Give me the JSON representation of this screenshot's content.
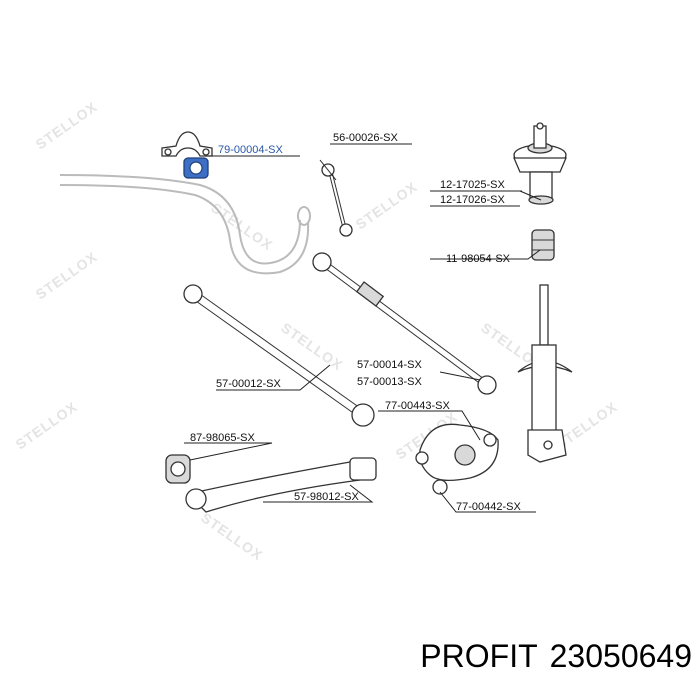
{
  "watermark": "STELLOX",
  "footer": {
    "brand": "PROFIT",
    "part_number": "23050649"
  },
  "labels": {
    "l_79_00004": "79-00004-SX",
    "l_56_00026": "56-00026-SX",
    "l_12_17025": "12-17025-SX",
    "l_12_17026": "12-17026-SX",
    "l_11_98054": "11-98054-SX",
    "l_57_00014": "57-00014-SX",
    "l_57_00013": "57-00013-SX",
    "l_57_00012": "57-00012-SX",
    "l_77_00443": "77-00443-SX",
    "l_87_98065": "87-98065-SX",
    "l_57_98012": "57-98012-SX",
    "l_77_00442": "77-00442-SX"
  },
  "colors": {
    "highlight": "#2a57a8",
    "line": "#222222"
  }
}
